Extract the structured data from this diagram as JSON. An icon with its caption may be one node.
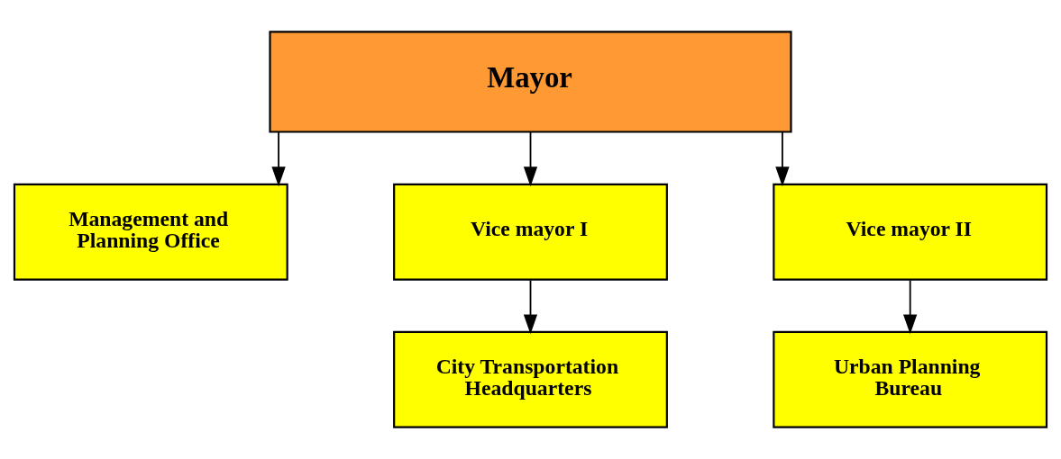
{
  "diagram": {
    "nodes": [
      {
        "text": [
          "Mayor"
        ]
      },
      {
        "text": [
          "Management and Planning Office"
        ]
      },
      {
        "text": [
          "Vice mayor I"
        ]
      },
      {
        "text": [
          "Vice mayor II"
        ]
      },
      {
        "text": [
          "City Transportation Headquarters"
        ]
      },
      {
        "text": [
          "Urban Planning Bureau"
        ]
      }
    ],
    "edges": [
      {
        "from": 0,
        "to": 1,
        "arrow": "to"
      },
      {
        "from": 0,
        "to": 2,
        "arrow": "to"
      },
      {
        "from": 0,
        "to": 3,
        "arrow": "to"
      },
      {
        "from": 2,
        "to": 4,
        "arrow": "to"
      },
      {
        "from": 3,
        "to": 5,
        "arrow": "to"
      }
    ]
  }
}
